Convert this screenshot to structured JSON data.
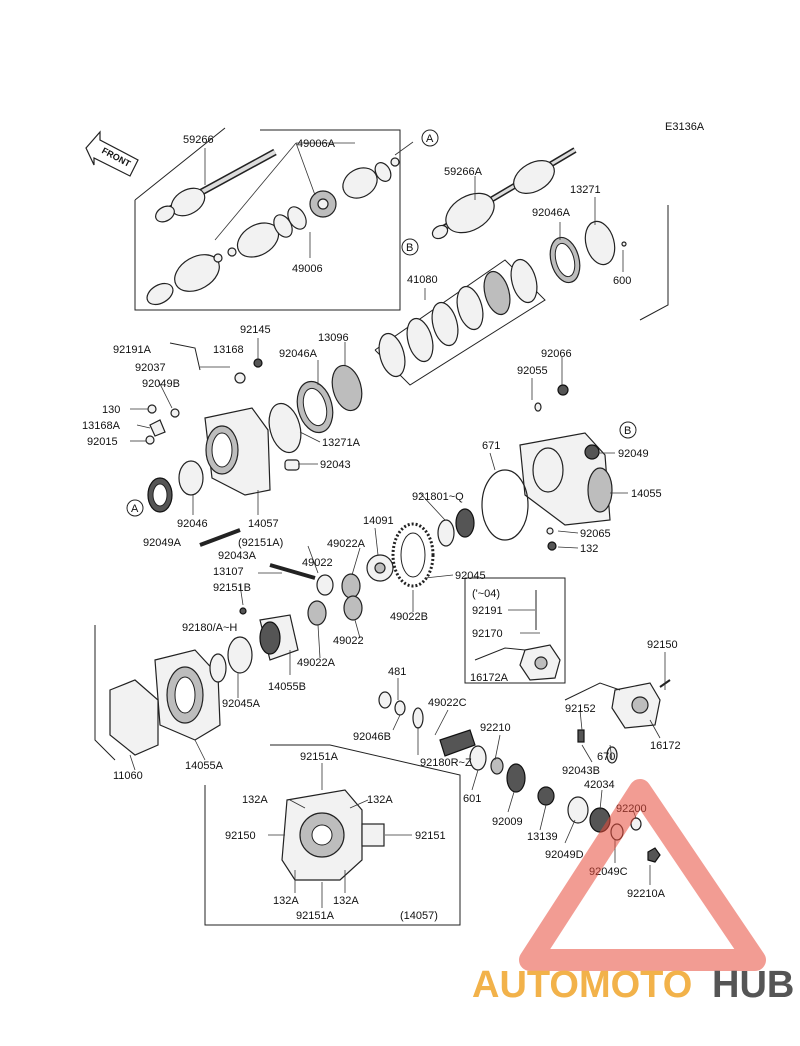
{
  "diagram_code": "E3136A",
  "front_label": "FRONT",
  "circle_markers": [
    "A",
    "B"
  ],
  "subassembly_ref": "(14057)",
  "range_note": "('~04)",
  "part_labels": {
    "p59266": "59266",
    "p49006A": "49006A",
    "p49006": "49006",
    "p59266A": "59266A",
    "p13271": "13271",
    "p92046A_top": "92046A",
    "p600": "600",
    "p41080": "41080",
    "p92145": "92145",
    "p13096": "13096",
    "p92191A": "92191A",
    "p13168": "13168",
    "p92046A_mid": "92046A",
    "p92037": "92037",
    "p92049B": "92049B",
    "p130": "130",
    "p13168A": "13168A",
    "p92015": "92015",
    "p13271A": "13271A",
    "p92043": "92043",
    "p92066": "92066",
    "p92055": "92055",
    "p92049": "92049",
    "p671": "671",
    "p14055": "14055",
    "p92046": "92046",
    "p14057": "14057",
    "p92049A": "92049A",
    "p92151A_paren": "(92151A)",
    "p92043A": "92043A",
    "p13107": "13107",
    "p92151B": "92151B",
    "p49022": "49022",
    "p49022A_top": "49022A",
    "p14091": "14091",
    "p92180_1_Q": "921801~Q",
    "p92065": "92065",
    "p132": "132",
    "p92045": "92045",
    "p49022B": "49022B",
    "p49022_low": "49022",
    "p92180_A_H": "92180/A~H",
    "p49022A_low": "49022A",
    "p14055B": "14055B",
    "p92191": "92191",
    "p92170": "92170",
    "p16172A": "16172A",
    "p92150_top": "92150",
    "p92045A": "92045A",
    "p11060": "11060",
    "p14055A": "14055A",
    "p481": "481",
    "p49022C": "49022C",
    "p92046B": "92046B",
    "p92210": "92210",
    "p92180R_Z": "92180R~Z",
    "p92152": "92152",
    "p670": "670",
    "p16172": "16172",
    "p92043B": "92043B",
    "p42034": "42034",
    "p601": "601",
    "p92009": "92009",
    "p13139": "13139",
    "p92200": "92200",
    "p92049D": "92049D",
    "p92049C": "92049C",
    "p92210A": "92210A",
    "p92151A_box_top": "92151A",
    "p132A_tl": "132A",
    "p132A_tr": "132A",
    "p92150_box": "92150",
    "p92151_box": "92151",
    "p132A_bl": "132A",
    "p132A_br": "132A",
    "p92151A_box_bot": "92151A"
  },
  "watermark": {
    "word_auto": "AUTOMOTO",
    "word_hub": "HUB",
    "colors": {
      "orange": "#f2b24a",
      "red": "#e84a3a",
      "gray": "#555555"
    }
  }
}
